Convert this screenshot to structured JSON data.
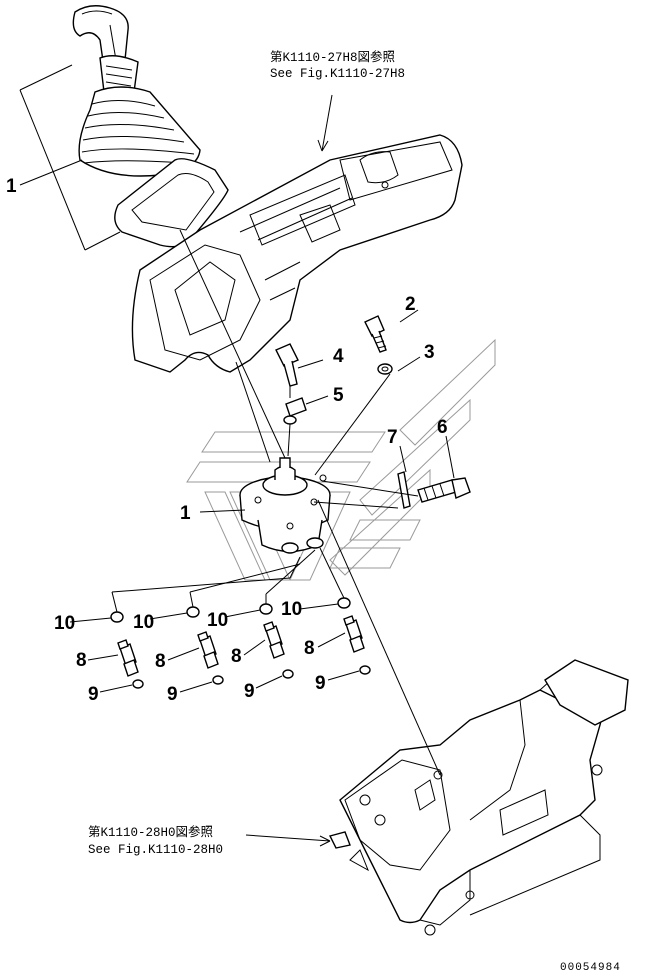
{
  "references": {
    "console_ref_jp": "第K1110-27H8図参照",
    "console_ref_en": "See Fig.K1110-27H8",
    "bracket_ref_jp": "第K1110-28H0図参照",
    "bracket_ref_en": "See Fig.K1110-28H0"
  },
  "callouts": {
    "lever_1": "1",
    "valve_1": "1",
    "bolt_2": "2",
    "washer_3": "3",
    "bolt_4": "4",
    "part_5": "5",
    "bolt_6": "6",
    "part_7": "7",
    "fitting_8_a": "8",
    "fitting_8_b": "8",
    "fitting_8_c": "8",
    "fitting_8_d": "8",
    "oring_9_a": "9",
    "oring_9_b": "9",
    "oring_9_c": "9",
    "oring_9_d": "9",
    "oring_10_a": "10",
    "oring_10_b": "10",
    "oring_10_c": "10",
    "oring_10_d": "10"
  },
  "document_number": "00054984"
}
